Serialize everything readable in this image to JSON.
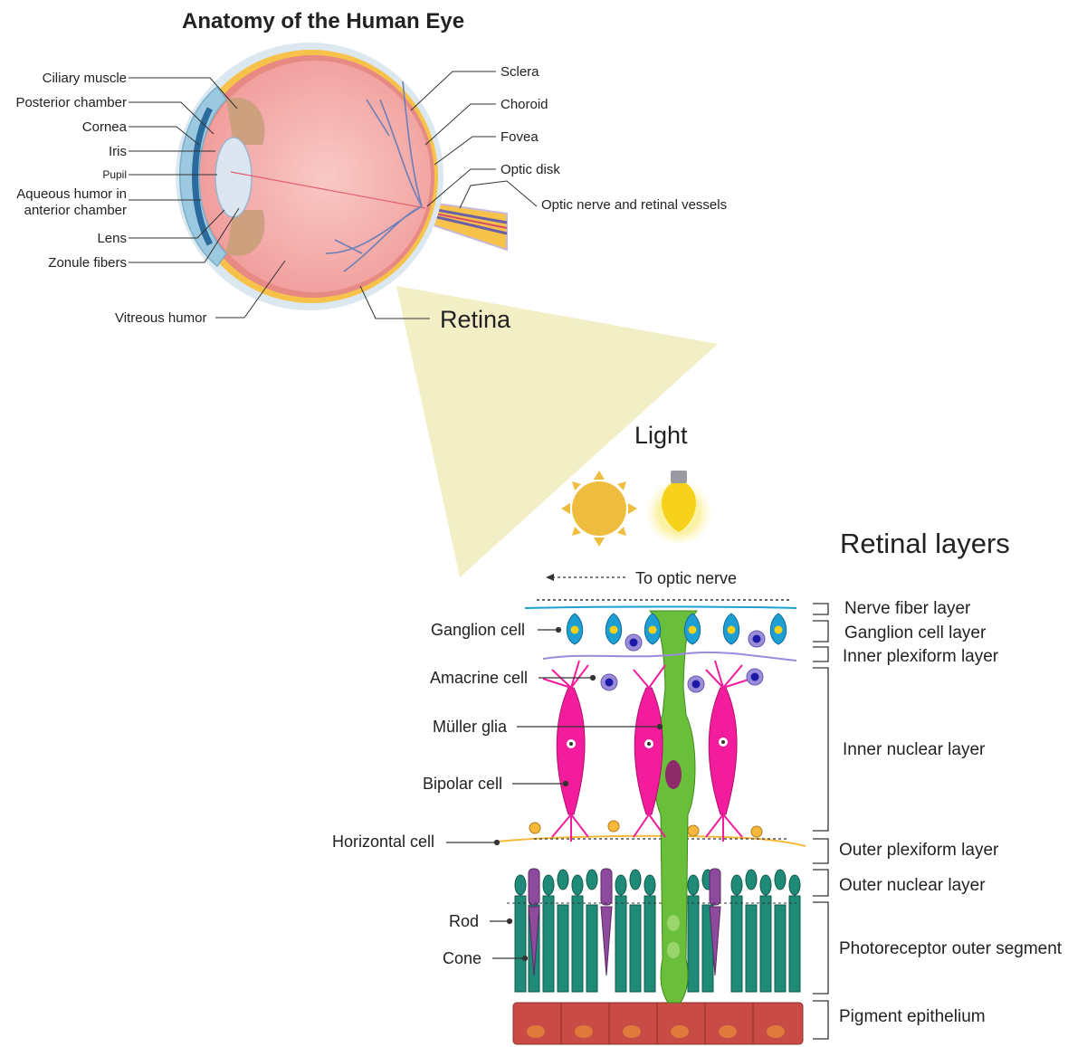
{
  "title": "Anatomy of the Human Eye",
  "eye_labels_left": {
    "ciliary_muscle": "Ciliary muscle",
    "posterior_chamber": "Posterior chamber",
    "cornea": "Cornea",
    "iris": "Iris",
    "pupil": "Pupil",
    "aqueous_1": "Aqueous humor in",
    "aqueous_2": "anterior chamber",
    "lens": "Lens",
    "zonule": "Zonule fibers",
    "vitreous": "Vitreous humor"
  },
  "eye_labels_right": {
    "sclera": "Sclera",
    "choroid": "Choroid",
    "fovea": "Fovea",
    "optic_disk": "Optic disk",
    "optic_nerve": "Optic nerve and retinal vessels"
  },
  "retina_label": "Retina",
  "light_label": "Light",
  "to_optic_nerve": "To optic nerve",
  "layers_title": "Retinal layers",
  "cell_labels": {
    "ganglion": "Ganglion cell",
    "amacrine": "Amacrine cell",
    "muller": "Müller glia",
    "bipolar": "Bipolar cell",
    "horizontal": "Horizontal cell",
    "rod": "Rod",
    "cone": "Cone"
  },
  "layers": {
    "nerve_fiber": "Nerve fiber layer",
    "ganglion_cell": "Ganglion cell layer",
    "inner_plexiform": "Inner plexiform layer",
    "inner_nuclear": "Inner nuclear layer",
    "outer_plexiform": "Outer plexiform layer",
    "outer_nuclear": "Outer nuclear layer",
    "photoreceptor": "Photoreceptor outer segment",
    "pigment": "Pigment epithelium"
  },
  "colors": {
    "sclera": "#f6c24a",
    "eye_body": "#f4a9a8",
    "light_cone": "#f3f0c8",
    "ganglion": "#1e9fd3",
    "bipolar": "#f21c9c",
    "muller": "#6abf3a",
    "photoreceptor": "#1a8a7a",
    "cone": "#8e4a9c",
    "rpe": "#c84b45",
    "amacrine": "#9b8bd8",
    "sun": "#f0c040"
  }
}
